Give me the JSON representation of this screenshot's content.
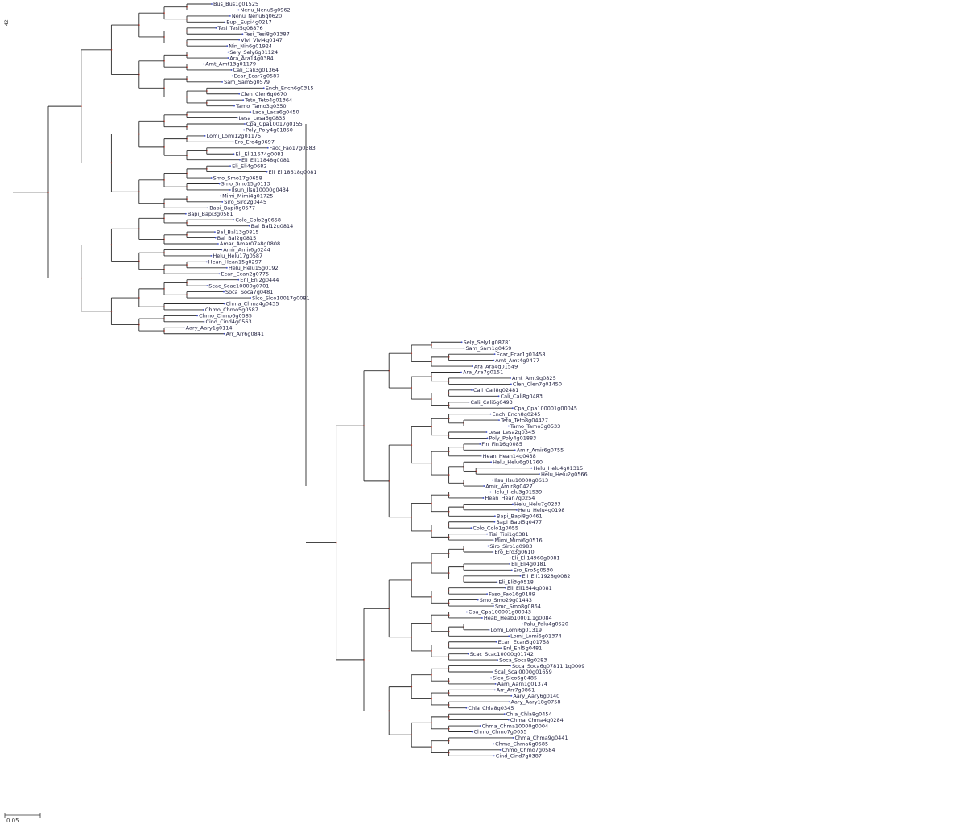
{
  "tree": {
    "root_label": "42",
    "scale_label": "0.05",
    "colors": {
      "branch": "#2b2b2b",
      "tip_text": "#1a1a3a",
      "tip_marker": "#3b4bc8",
      "node_marker": "#c0392b"
    },
    "tips": [
      "Bus_Bus1g01525",
      "Nenu_Nenu5g0962",
      "Nenu_Nenu6g0620",
      "Eupi_Eupi4g0217",
      "Tesi_Tesi5g08876",
      "Tesi_Tesi8g01387",
      "Vivi_Vivi4g0147",
      "Nin_Nin6g01924",
      "Sely_Sely6g01124",
      "Ara_Ara14g0384",
      "Amt_Amt13g01179",
      "Cali_Cali3g01364",
      "Ecar_Ecar7g0587",
      "Sam_Sam5g0579",
      "Ench_Ench6g0315",
      "Clen_Clen6g0670",
      "Teto_Teto4g01364",
      "Tamo_Tamo3g0350",
      "Laca_Laca6g0450",
      "Lesa_Lesa6g0835",
      "Cpa_Cpa10017g0155",
      "Poly_Poly4g01850",
      "Lomi_Lomi12g01175",
      "Ero_Ero4g0697",
      "Faot_Fao17g0383",
      "Eli_Eli11674g0081",
      "Eli_Eli11848g0081",
      "Eli_Eli4g0682",
      "Eli_Eli18618g0081",
      "Smo_Smo17g0658",
      "Smo_Smo15g0113",
      "Ilsun_Ilsu10000g0434",
      "Mimi_Mimi4g01725",
      "Siro_Siro2g0445",
      "Bapi_Bapi8g0577",
      "Bapi_Bapi3g0581",
      "Colo_Colo2g0658",
      "Bal_Bal12g0814",
      "Bal_Bal13g0815",
      "Bal_Bal2g0815",
      "Amar_Amar07a8g0808",
      "Amir_Amir6g0244",
      "Helu_Helu17g0587",
      "Hean_Hean15g0297",
      "Helu_Helu15g0192",
      "Ecan_Ecan2g0775",
      "Enl_Enl2g0444",
      "Scac_Scac10000g0701",
      "Soca_Soca7g0481",
      "Slco_Slco10017g0081",
      "Chma_Chma4g0435",
      "Chmo_Chmo5g0587",
      "Chmo_Chmo6g0585",
      "Cind_Cind4g0563",
      "Aary_Aary1g0114",
      "Arr_Arr6g0841",
      "Sely_Sely1g08781",
      "Sam_Sam1g0459",
      "Ecar_Ecar1g01458",
      "Amt_Amt4g0477",
      "Ara_Ara4g01549",
      "Ara_Ara7g0151",
      "Amt_Amt9g0825",
      "Clen_Clen7g01450",
      "Cali_Cali8g02481",
      "Cali_Cali8g0483",
      "Cali_Cali6g0493",
      "Cpa_Cpa100001g00045",
      "Ench_Ench8g0245",
      "Teto_Teto8g04427",
      "Tamo_Tamo3g0533",
      "Lesa_Lesa2g0345",
      "Poly_Poly4g01883",
      "Fin_Fin16g0085",
      "Amir_Amir6g0755",
      "Hean_Hean14g0438",
      "Helu_Helu6g01760",
      "Helu_Helu4g01315",
      "Helu_Helu2g0566",
      "Ilsu_Ilsu10000g0613",
      "Amir_Amir8g0427",
      "Helu_Helu3g01539",
      "Hean_Hean7g0254",
      "Helu_Helu7g0233",
      "Helu_Helu4g0198",
      "Bapi_Bapi8g0461",
      "Bapi_Bapi5g0477",
      "Colo_Colo1g0055",
      "Tisi_Tisi1g0381",
      "Mimi_Mimi6g0516",
      "Siro_Siro1g0983",
      "Ero_Ero3g0610",
      "Eli_Eli14960g0081",
      "Eli_Eli4g0181",
      "Ero_Ero5g0530",
      "Eli_Eli11928g0082",
      "Eli_Eli3g0518",
      "Eli_Eli1644g0081",
      "Faso_Fao16g0189",
      "Smo_Smo29g01443",
      "Smo_Smo8g0864",
      "Cpa_Cpa100001g00043",
      "Heab_Heab10001.1g0084",
      "Palu_Palu4g0520",
      "Lomi_Lomi6g01319",
      "Lomi_Lomi6g01374",
      "Ecan_Ecan5g01758",
      "Enl_Enl5g0481",
      "Scac_Scac10000g01742",
      "Soca_Soca8g0283",
      "Soca_Soca6g07811.1g0009",
      "Scal_Scal0000g01659",
      "Slco_Slco6g0485",
      "Aarn_Aarn1g01374",
      "Arr_Arr7g0861",
      "Aary_Aary6g0140",
      "Aary_Aary18g0758",
      "Chla_Chla8g0345",
      "Chla_Chla8g0454",
      "Chma_Chma4g0284",
      "Chma_Chma10000g0004",
      "Chmo_Chmo7g0055",
      "Chma_Chma9g0441",
      "Chma_Chma6g0585",
      "Chmo_Chmo7g0584",
      "Cind_Cind7g0387"
    ]
  }
}
